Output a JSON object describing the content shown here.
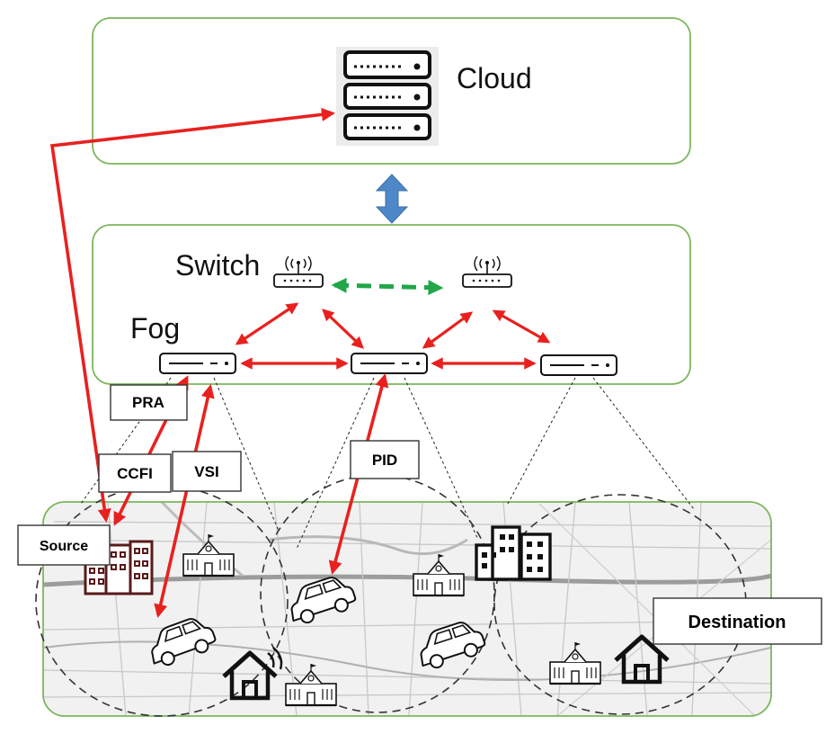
{
  "layers": {
    "cloud": {
      "label": "Cloud"
    },
    "fog": {
      "label": "Fog",
      "switch_label": "Switch"
    }
  },
  "tags": {
    "pra": "PRA",
    "ccfi": "CCFI",
    "vsi": "VSI",
    "pid": "PID",
    "source": "Source",
    "destination": "Destination"
  },
  "colors": {
    "layer_border": "#7cb65b",
    "message_arrow": "#e8211f",
    "switch_link": "#22a64a",
    "cloud_fog_link": "#4f88c8"
  }
}
